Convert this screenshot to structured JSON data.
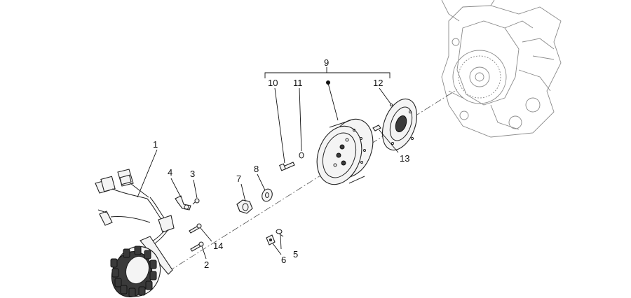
{
  "diagram": {
    "callouts": [
      {
        "id": "1",
        "label": "1"
      },
      {
        "id": "2",
        "label": "2"
      },
      {
        "id": "3",
        "label": "3"
      },
      {
        "id": "4",
        "label": "4"
      },
      {
        "id": "5",
        "label": "5"
      },
      {
        "id": "6",
        "label": "6"
      },
      {
        "id": "7",
        "label": "7"
      },
      {
        "id": "8",
        "label": "8"
      },
      {
        "id": "9",
        "label": "9"
      },
      {
        "id": "10",
        "label": "10"
      },
      {
        "id": "11",
        "label": "11"
      },
      {
        "id": "12",
        "label": "12"
      },
      {
        "id": "13",
        "label": "13"
      },
      {
        "id": "14",
        "label": "14"
      }
    ]
  }
}
